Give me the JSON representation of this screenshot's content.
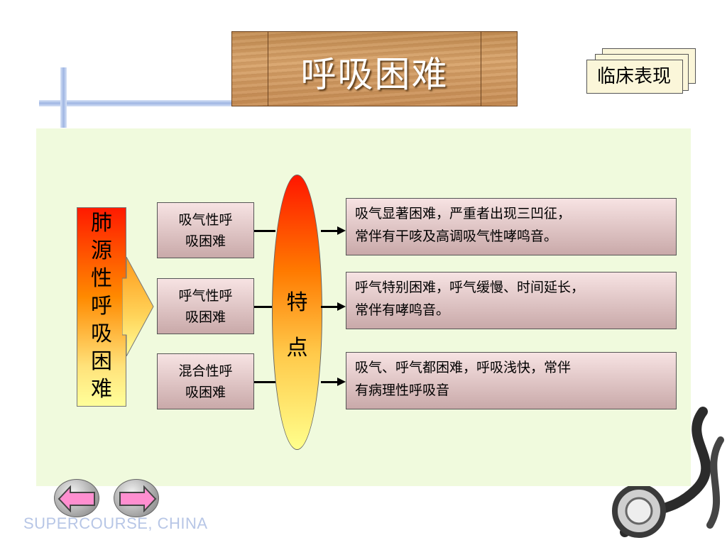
{
  "title": "呼吸困难",
  "tag": "临床表现",
  "main_label_chars": [
    "肺",
    "源",
    "性",
    "呼",
    "吸",
    "困",
    "难"
  ],
  "categories": [
    {
      "line1": "吸气性呼",
      "line2": "吸困难"
    },
    {
      "line1": "呼气性呼",
      "line2": "吸困难"
    },
    {
      "line1": "混合性呼",
      "line2": "吸困难"
    }
  ],
  "feature_label_chars": [
    "特",
    "点"
  ],
  "features": [
    {
      "line1": "吸气显著困难，严重者出现三凹征，",
      "line2": "常伴有干咳及高调吸气性哮鸣音。"
    },
    {
      "line1": "呼气特别困难，呼气缓慢、时间延长，",
      "line2": "常伴有哮鸣音。"
    },
    {
      "line1": "吸气、呼气都困难，呼吸浅快，常伴",
      "line2": "有病理性呼吸音"
    }
  ],
  "footer": "SUPERCOURSE, CHINA",
  "colors": {
    "panel_bg": "#f0fadd",
    "box_gradient_top": "#f7e3e3",
    "box_gradient_bottom": "#c9a9a9",
    "nav_arrow": "#ff8fd0",
    "footer_text": "#b7c6e6"
  },
  "icons": {
    "prev": "left-arrow-icon",
    "next": "right-arrow-icon"
  }
}
